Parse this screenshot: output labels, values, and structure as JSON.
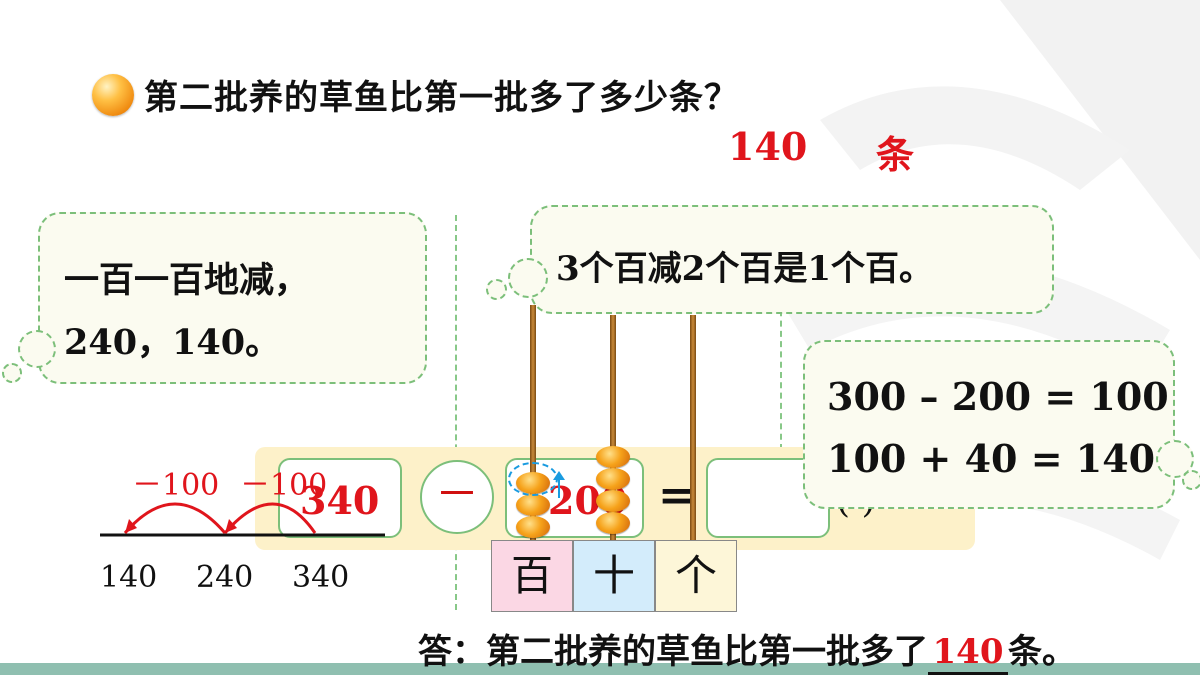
{
  "question": "第二批养的草鱼比第一批多了多少条？",
  "answer_top": {
    "number": "140",
    "unit": "条"
  },
  "bubble_left": {
    "line1": "一百一百地减，",
    "line2": "240，140。"
  },
  "bubble_top": "3个百减2个百是1个百。",
  "bubble_right": {
    "line1": "300 – 200 = 100",
    "line2": "100 + 40 = 140"
  },
  "numberline": {
    "jump1": "－100",
    "jump2": "－100",
    "ticks": [
      "140",
      "240",
      "340"
    ]
  },
  "equation": {
    "left": "340",
    "op": "－",
    "right": "200",
    "eq": "=",
    "paren": "(      )"
  },
  "places": [
    "百",
    "十",
    "个"
  ],
  "final_answer": {
    "prefix": "答：第二批养的草鱼比第一批多了",
    "value": "140",
    "suffix": "条。"
  }
}
